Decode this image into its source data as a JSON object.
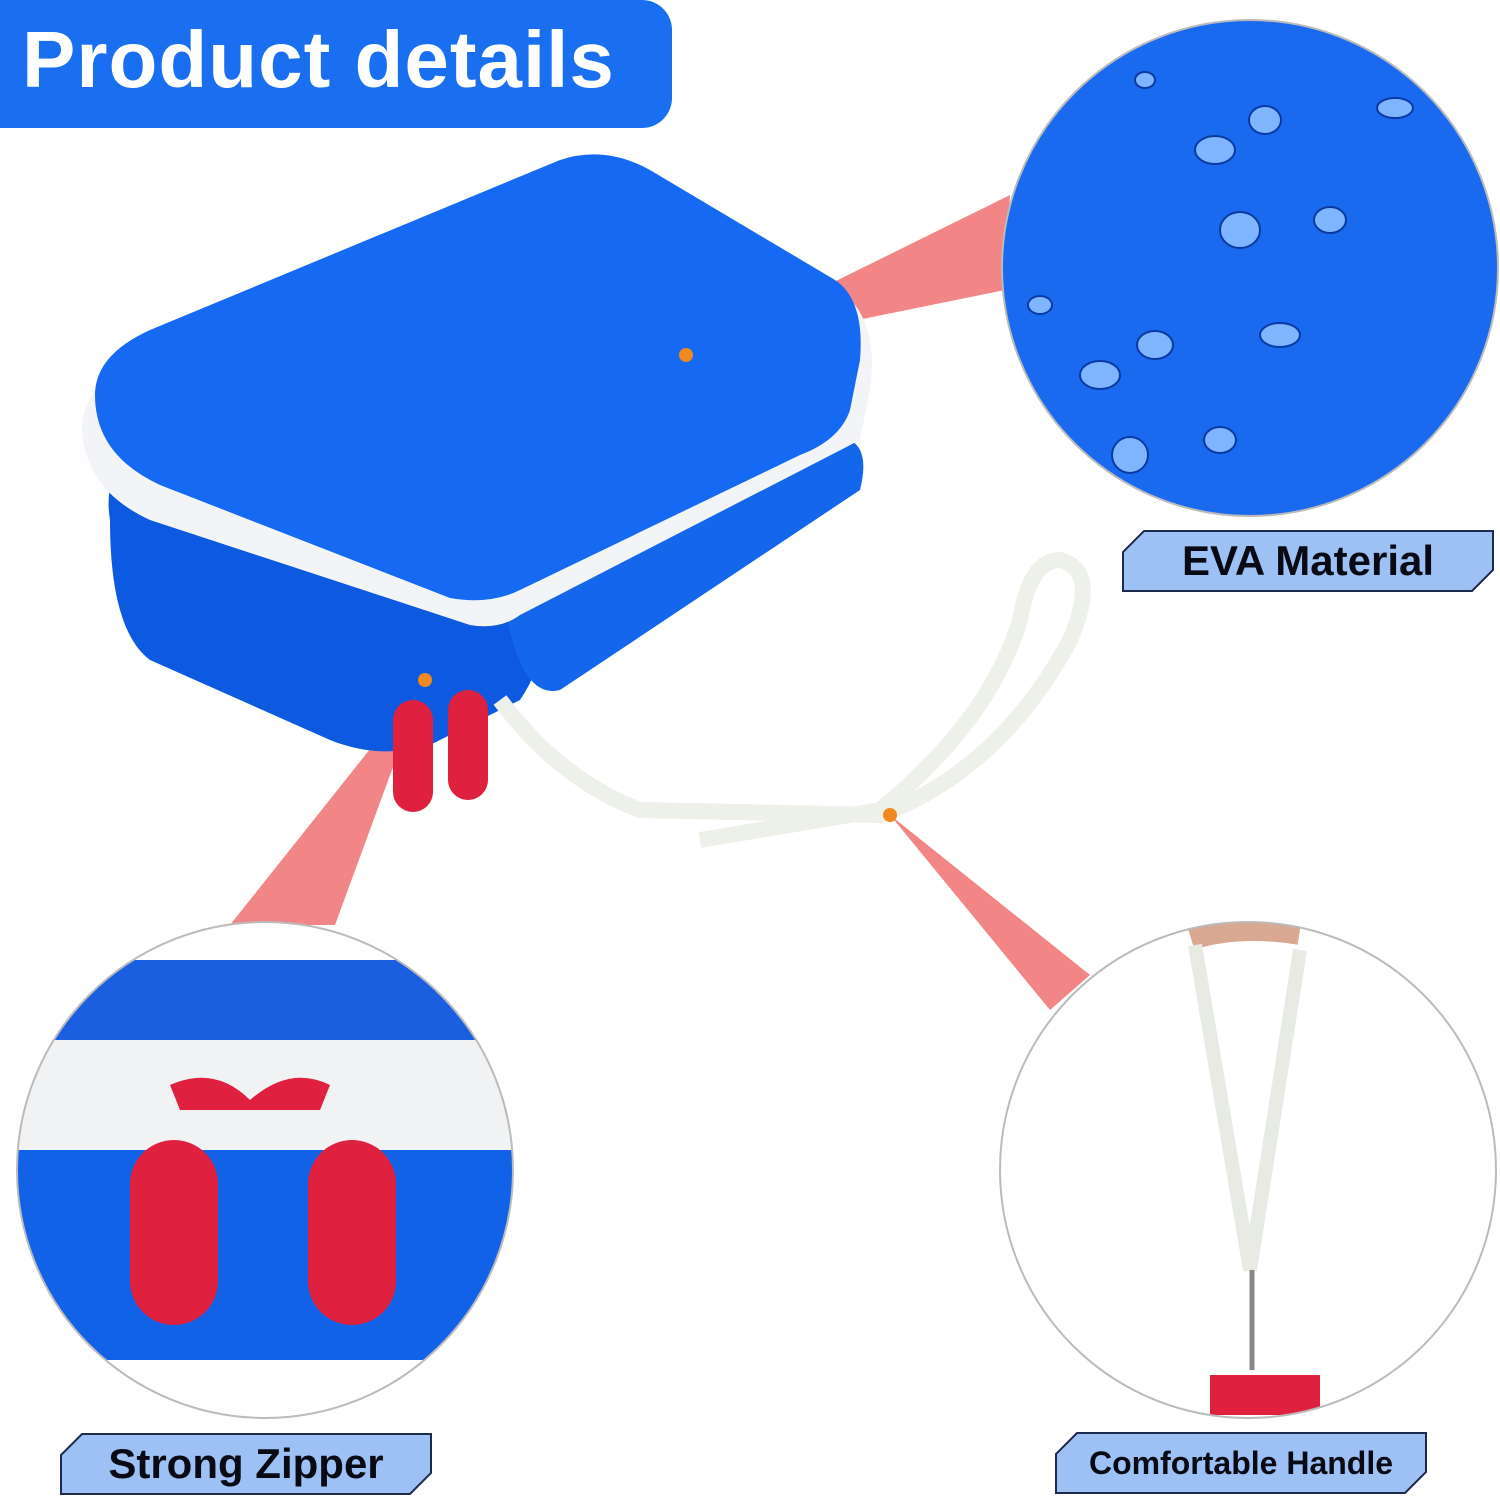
{
  "header": {
    "title": "Product details"
  },
  "callouts": [
    {
      "label": "EVA Material"
    },
    {
      "label": "Strong Zipper"
    },
    {
      "label": "Comfortable Handle"
    }
  ],
  "colors": {
    "brand_blue": "#1a6ff0",
    "label_fill": "#9ec1f5",
    "zipper_red": "#e0203f",
    "pointer": "#f07070",
    "dot": "#f08a1e"
  }
}
